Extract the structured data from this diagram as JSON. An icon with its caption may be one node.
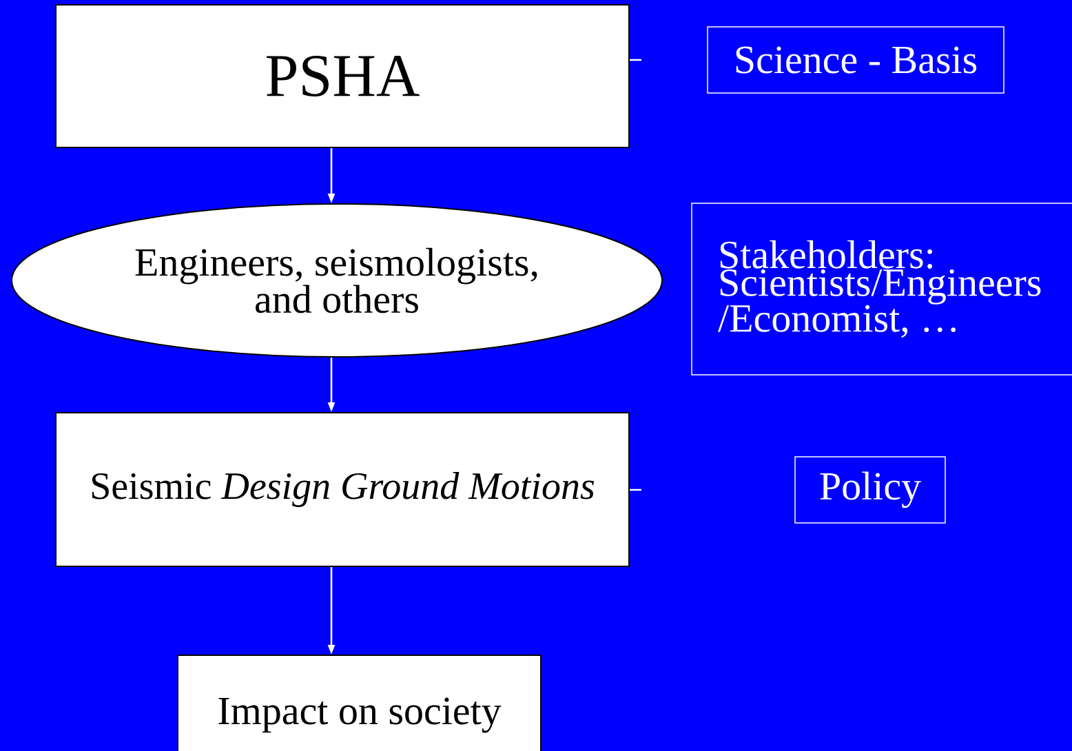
{
  "diagram": {
    "nodes": [
      {
        "text": [
          "PSHA"
        ]
      },
      {
        "text": [
          "Engineers, seismologists, and others"
        ]
      },
      {
        "text": [
          "Seismic *Design Ground Motions*"
        ]
      },
      {
        "text": [
          "Impact on society"
        ]
      },
      {
        "text": [
          "Science - Basis"
        ]
      },
      {
        "text": [
          "Stakeholders: Scientists/Engineers /Economist, …"
        ]
      },
      {
        "text": [
          "Policy"
        ]
      }
    ],
    "edges": [
      {
        "from": 0,
        "to": 1,
        "arrow": "to"
      },
      {
        "from": 1,
        "to": 2,
        "arrow": "to"
      },
      {
        "from": 2,
        "to": 3,
        "arrow": "to"
      },
      {
        "from": 0,
        "to": null,
        "arrow": "none"
      },
      {
        "from": 2,
        "to": null,
        "arrow": "none"
      }
    ]
  }
}
